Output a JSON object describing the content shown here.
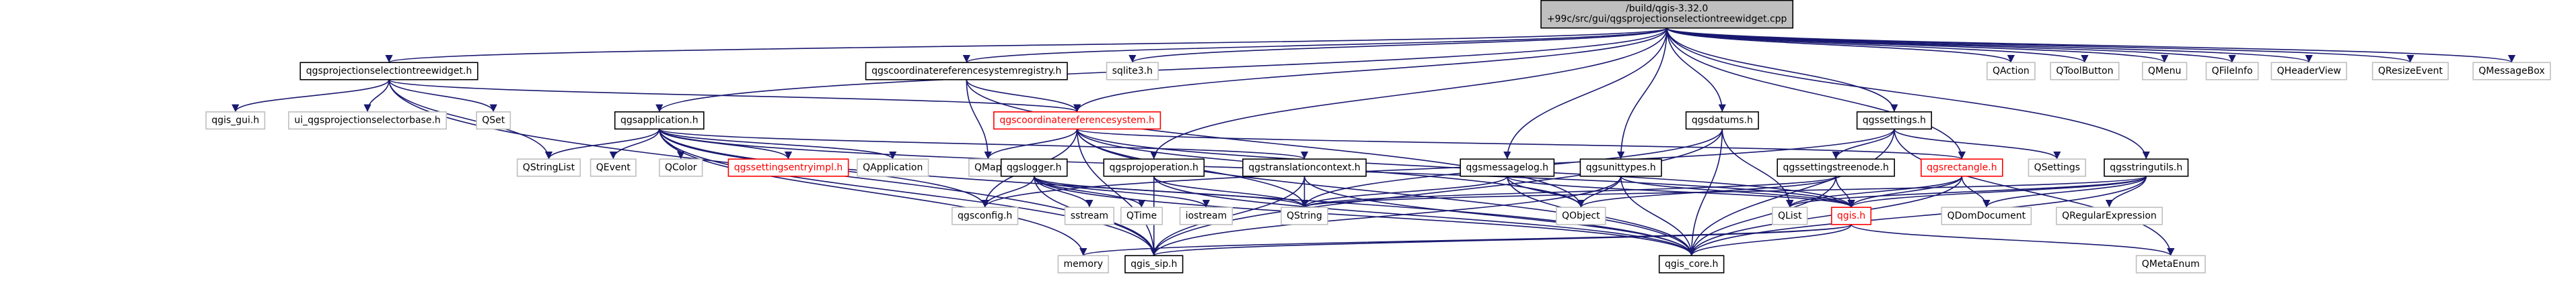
{
  "diagram": {
    "type": "include-dependency-graph",
    "nodes": [
      {
        "id": "root",
        "lines": [
          "/build/qgis-3.32.0",
          "+99c/src/gui/qgsprojectionselectiontreewidget.cpp"
        ],
        "style": "root"
      },
      {
        "id": "qgsprojectionselectiontreewidget_h",
        "lines": [
          "qgsprojectionselectiontreewidget.h"
        ],
        "style": "black"
      },
      {
        "id": "qgscoordinatereferencesystemregistry_h",
        "lines": [
          "qgscoordinatereferencesystemregistry.h"
        ],
        "style": "black"
      },
      {
        "id": "sqlite3_h",
        "lines": [
          "sqlite3.h"
        ],
        "style": "gray"
      },
      {
        "id": "qgsapplication_h",
        "lines": [
          "qgsapplication.h"
        ],
        "style": "black"
      },
      {
        "id": "qgscoordinatereferencesystem_h",
        "lines": [
          "qgscoordinatereferencesystem.h"
        ],
        "style": "red"
      },
      {
        "id": "qgsprojoperation_h",
        "lines": [
          "qgsprojoperation.h"
        ],
        "style": "black"
      },
      {
        "id": "qgsmessagelog_h",
        "lines": [
          "qgsmessagelog.h"
        ],
        "style": "black"
      },
      {
        "id": "qgsdatums_h",
        "lines": [
          "qgsdatums.h"
        ],
        "style": "black"
      },
      {
        "id": "qgsunittypes_h",
        "lines": [
          "qgsunittypes.h"
        ],
        "style": "black"
      },
      {
        "id": "qgssettings_h",
        "lines": [
          "qgssettings.h"
        ],
        "style": "black"
      },
      {
        "id": "qgsstringutils_h",
        "lines": [
          "qgsstringutils.h"
        ],
        "style": "black"
      },
      {
        "id": "QAction",
        "lines": [
          "QAction"
        ],
        "style": "gray"
      },
      {
        "id": "QToolButton",
        "lines": [
          "QToolButton"
        ],
        "style": "gray"
      },
      {
        "id": "QMenu",
        "lines": [
          "QMenu"
        ],
        "style": "gray"
      },
      {
        "id": "QFileInfo",
        "lines": [
          "QFileInfo"
        ],
        "style": "gray"
      },
      {
        "id": "QHeaderView",
        "lines": [
          "QHeaderView"
        ],
        "style": "gray"
      },
      {
        "id": "QResizeEvent",
        "lines": [
          "QResizeEvent"
        ],
        "style": "gray"
      },
      {
        "id": "QMessageBox",
        "lines": [
          "QMessageBox"
        ],
        "style": "gray"
      },
      {
        "id": "qgis_gui_h",
        "lines": [
          "qgis_gui.h"
        ],
        "style": "gray"
      },
      {
        "id": "ui_qgsprojectionselectorbase_h",
        "lines": [
          "ui_qgsprojectionselectorbase.h"
        ],
        "style": "gray"
      },
      {
        "id": "QSet",
        "lines": [
          "QSet"
        ],
        "style": "gray"
      },
      {
        "id": "QStringList",
        "lines": [
          "QStringList"
        ],
        "style": "gray"
      },
      {
        "id": "QEvent",
        "lines": [
          "QEvent"
        ],
        "style": "gray"
      },
      {
        "id": "QColor",
        "lines": [
          "QColor"
        ],
        "style": "gray"
      },
      {
        "id": "qgssettingsentryimpl_h",
        "lines": [
          "qgssettingsentryimpl.h"
        ],
        "style": "red"
      },
      {
        "id": "QApplication",
        "lines": [
          "QApplication"
        ],
        "style": "gray"
      },
      {
        "id": "QMap",
        "lines": [
          "QMap"
        ],
        "style": "gray"
      },
      {
        "id": "qgslogger_h",
        "lines": [
          "qgslogger.h"
        ],
        "style": "black"
      },
      {
        "id": "qgstranslationcontext_h",
        "lines": [
          "qgstranslationcontext.h"
        ],
        "style": "black"
      },
      {
        "id": "qgssettingstreenode_h",
        "lines": [
          "qgssettingstreenode.h"
        ],
        "style": "black"
      },
      {
        "id": "qgsrectangle_h",
        "lines": [
          "qgsrectangle.h"
        ],
        "style": "red"
      },
      {
        "id": "QSettings",
        "lines": [
          "QSettings"
        ],
        "style": "gray"
      },
      {
        "id": "qgsconfig_h",
        "lines": [
          "qgsconfig.h"
        ],
        "style": "gray"
      },
      {
        "id": "sstream",
        "lines": [
          "sstream"
        ],
        "style": "gray"
      },
      {
        "id": "QTime",
        "lines": [
          "QTime"
        ],
        "style": "gray"
      },
      {
        "id": "iostream",
        "lines": [
          "iostream"
        ],
        "style": "gray"
      },
      {
        "id": "QString",
        "lines": [
          "QString"
        ],
        "style": "gray"
      },
      {
        "id": "QObject",
        "lines": [
          "QObject"
        ],
        "style": "gray"
      },
      {
        "id": "QList",
        "lines": [
          "QList"
        ],
        "style": "gray"
      },
      {
        "id": "qgis_h",
        "lines": [
          "qgis.h"
        ],
        "style": "red"
      },
      {
        "id": "QDomDocument",
        "lines": [
          "QDomDocument"
        ],
        "style": "gray"
      },
      {
        "id": "QRegularExpression",
        "lines": [
          "QRegularExpression"
        ],
        "style": "gray"
      },
      {
        "id": "memory",
        "lines": [
          "memory"
        ],
        "style": "gray"
      },
      {
        "id": "qgis_sip_h",
        "lines": [
          "qgis_sip.h"
        ],
        "style": "black"
      },
      {
        "id": "qgis_core_h",
        "lines": [
          "qgis_core.h"
        ],
        "style": "black"
      },
      {
        "id": "QMetaEnum",
        "lines": [
          "QMetaEnum"
        ],
        "style": "gray"
      }
    ],
    "edges": [
      [
        "root",
        "qgsprojectionselectiontreewidget_h"
      ],
      [
        "root",
        "qgscoordinatereferencesystemregistry_h"
      ],
      [
        "root",
        "sqlite3_h"
      ],
      [
        "root",
        "qgsapplication_h"
      ],
      [
        "root",
        "qgscoordinatereferencesystem_h"
      ],
      [
        "root",
        "qgsprojoperation_h"
      ],
      [
        "root",
        "qgsmessagelog_h"
      ],
      [
        "root",
        "qgsdatums_h"
      ],
      [
        "root",
        "qgsunittypes_h"
      ],
      [
        "root",
        "qgssettings_h"
      ],
      [
        "root",
        "qgsstringutils_h"
      ],
      [
        "root",
        "qgsrectangle_h"
      ],
      [
        "root",
        "QAction"
      ],
      [
        "root",
        "QToolButton"
      ],
      [
        "root",
        "QMenu"
      ],
      [
        "root",
        "QFileInfo"
      ],
      [
        "root",
        "QHeaderView"
      ],
      [
        "root",
        "QResizeEvent"
      ],
      [
        "root",
        "QMessageBox"
      ],
      [
        "qgsprojectionselectiontreewidget_h",
        "qgis_gui_h"
      ],
      [
        "qgsprojectionselectiontreewidget_h",
        "ui_qgsprojectionselectorbase_h"
      ],
      [
        "qgsprojectionselectiontreewidget_h",
        "QSet"
      ],
      [
        "qgsprojectionselectiontreewidget_h",
        "QStringList"
      ],
      [
        "qgsprojectionselectiontreewidget_h",
        "qgscoordinatereferencesystem_h"
      ],
      [
        "qgsprojectionselectiontreewidget_h",
        "qgis_sip_h"
      ],
      [
        "qgscoordinatereferencesystemregistry_h",
        "qgscoordinatereferencesystem_h"
      ],
      [
        "qgscoordinatereferencesystemregistry_h",
        "QObject"
      ],
      [
        "qgscoordinatereferencesystemregistry_h",
        "QMap"
      ],
      [
        "qgsapplication_h",
        "QStringList"
      ],
      [
        "qgsapplication_h",
        "QEvent"
      ],
      [
        "qgsapplication_h",
        "QColor"
      ],
      [
        "qgsapplication_h",
        "qgssettingsentryimpl_h"
      ],
      [
        "qgsapplication_h",
        "QApplication"
      ],
      [
        "qgsapplication_h",
        "qgsconfig_h"
      ],
      [
        "qgsapplication_h",
        "qgstranslationcontext_h"
      ],
      [
        "qgsapplication_h",
        "memory"
      ],
      [
        "qgsapplication_h",
        "qgis_sip_h"
      ],
      [
        "qgsapplication_h",
        "qgis_core_h"
      ],
      [
        "qgsapplication_h",
        "qgis_h"
      ],
      [
        "qgscoordinatereferencesystem_h",
        "QString"
      ],
      [
        "qgscoordinatereferencesystem_h",
        "QObject"
      ],
      [
        "qgscoordinatereferencesystem_h",
        "qgis_h"
      ],
      [
        "qgscoordinatereferencesystem_h",
        "qgsrectangle_h"
      ],
      [
        "qgscoordinatereferencesystem_h",
        "qgis_sip_h"
      ],
      [
        "qgscoordinatereferencesystem_h",
        "qgis_core_h"
      ],
      [
        "qgscoordinatereferencesystem_h",
        "qgsconfig_h"
      ],
      [
        "qgscoordinatereferencesystem_h",
        "QMap"
      ],
      [
        "qgsprojoperation_h",
        "QString"
      ],
      [
        "qgsprojoperation_h",
        "qgis_sip_h"
      ],
      [
        "qgsprojoperation_h",
        "qgis_core_h"
      ],
      [
        "qgsmessagelog_h",
        "QString"
      ],
      [
        "qgsmessagelog_h",
        "QObject"
      ],
      [
        "qgsmessagelog_h",
        "qgis_core_h"
      ],
      [
        "qgsmessagelog_h",
        "qgis_h"
      ],
      [
        "qgsdatums_h",
        "qgis_core_h"
      ],
      [
        "qgsdatums_h",
        "qgis_sip_h"
      ],
      [
        "qgsdatums_h",
        "QString"
      ],
      [
        "qgsdatums_h",
        "QList"
      ],
      [
        "qgsunittypes_h",
        "QObject"
      ],
      [
        "qgsunittypes_h",
        "qgis_core_h"
      ],
      [
        "qgsunittypes_h",
        "qgis_sip_h"
      ],
      [
        "qgsunittypes_h",
        "qgis_h"
      ],
      [
        "qgssettings_h",
        "QSettings"
      ],
      [
        "qgssettings_h",
        "qgssettingstreenode_h"
      ],
      [
        "qgssettings_h",
        "qgis_core_h"
      ],
      [
        "qgssettings_h",
        "QMetaEnum"
      ],
      [
        "qgssettings_h",
        "qgsconfig_h"
      ],
      [
        "qgsstringutils_h",
        "QString"
      ],
      [
        "qgsstringutils_h",
        "QRegularExpression"
      ],
      [
        "qgsstringutils_h",
        "QList"
      ],
      [
        "qgsstringutils_h",
        "QDomDocument"
      ],
      [
        "qgsstringutils_h",
        "qgis_core_h"
      ],
      [
        "qgsstringutils_h",
        "qgis_h"
      ],
      [
        "qgslogger_h",
        "iostream"
      ],
      [
        "qgslogger_h",
        "sstream"
      ],
      [
        "qgslogger_h",
        "QString"
      ],
      [
        "qgslogger_h",
        "QTime"
      ],
      [
        "qgslogger_h",
        "qgis_core_h"
      ],
      [
        "qgslogger_h",
        "qgis_sip_h"
      ],
      [
        "qgslogger_h",
        "qgsconfig_h"
      ],
      [
        "qgstranslationcontext_h",
        "QString"
      ],
      [
        "qgstranslationcontext_h",
        "qgis_core_h"
      ],
      [
        "qgstranslationcontext_h",
        "qgis_sip_h"
      ],
      [
        "qgssettingstreenode_h",
        "QObject"
      ],
      [
        "qgssettingstreenode_h",
        "qgis_core_h"
      ],
      [
        "qgssettingstreenode_h",
        "qgis_h"
      ],
      [
        "qgssettingstreenode_h",
        "QString"
      ],
      [
        "qgsrectangle_h",
        "qgis_core_h"
      ],
      [
        "qgsrectangle_h",
        "qgis_h"
      ],
      [
        "qgsrectangle_h",
        "QDomDocument"
      ],
      [
        "qgsrectangle_h",
        "QList"
      ],
      [
        "qgis_h",
        "qgis_core_h"
      ],
      [
        "qgis_h",
        "qgis_sip_h"
      ],
      [
        "qgis_h",
        "QMetaEnum"
      ],
      [
        "qgis_h",
        "memory"
      ]
    ]
  }
}
